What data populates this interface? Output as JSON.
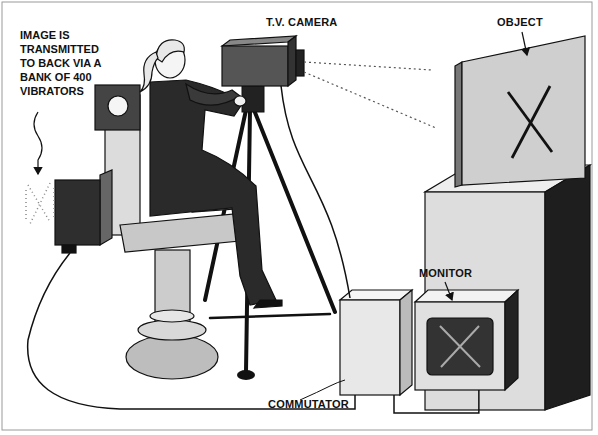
{
  "diagram": {
    "nodes": [
      {
        "text": [
          "T.V. CAMERA"
        ]
      },
      {
        "text": [
          "OBJECT"
        ]
      },
      {
        "text": [
          "MONITOR"
        ]
      },
      {
        "text": [
          "COMMUTATOR"
        ]
      }
    ],
    "edges": [
      {
        "from": 0,
        "to": 3,
        "arrow": "none"
      },
      {
        "from": 3,
        "to": 2,
        "arrow": "none"
      }
    ],
    "labels": [
      "IMAGE IS TRANSMITTED TO BACK VIA A BANK OF 400 VIBRATORS"
    ]
  }
}
